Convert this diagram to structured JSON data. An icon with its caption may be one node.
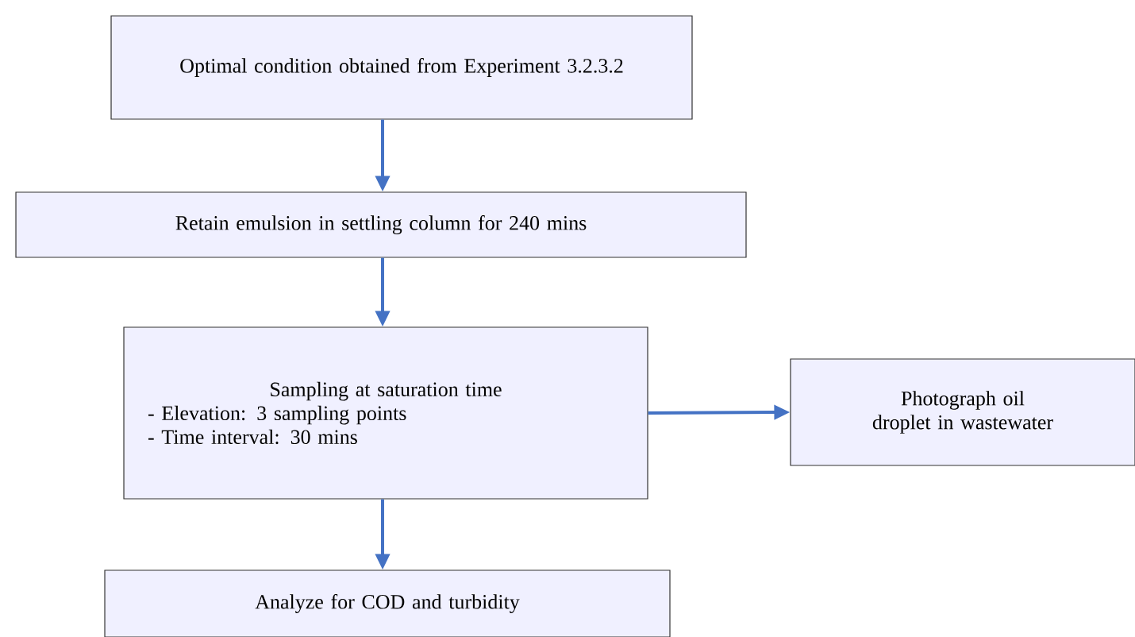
{
  "diagram": {
    "nodes": [
      {
        "text": [
          "Optimal condition obtained from Experiment 3.2.3.2"
        ]
      },
      {
        "text": [
          "Retain emulsion in settling column for 240 mins"
        ]
      },
      {
        "text": [
          "Sampling at saturation time",
          "- Elevation: 3 sampling points",
          "- Time interval: 30 mins"
        ]
      },
      {
        "text": [
          "Photograph oil droplet in wastewater"
        ]
      },
      {
        "text": [
          "Analyze for COD and turbidity"
        ]
      }
    ],
    "edges": [
      {
        "from": 0,
        "to": 1,
        "arrow": "to"
      },
      {
        "from": 1,
        "to": 2,
        "arrow": "to"
      },
      {
        "from": 2,
        "to": 3,
        "arrow": "to"
      },
      {
        "from": 2,
        "to": 4,
        "arrow": "to"
      }
    ]
  }
}
